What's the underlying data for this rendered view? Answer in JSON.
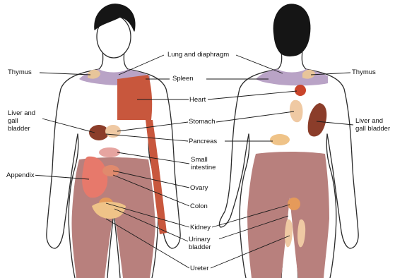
{
  "colors": {
    "skin_outline": "#2a2a2a",
    "hair": "#151515",
    "shoulder_zone": "#b9a3c6",
    "thymus": "#e8c59a",
    "spleen_lung": "#c8573d",
    "heart": "#c9442b",
    "liver": "#8b3d2a",
    "stomach": "#efc9a3",
    "pancreas": "#efc388",
    "small_intestine": "#e6a4a0",
    "appendix": "#e7796b",
    "ovary": "#e08a6d",
    "colon": "#b9726b",
    "kidney": "#e59a5a",
    "urinary_bladder": "#efc388",
    "ureter": "#efc9a3",
    "leg_zone": "#b8807d"
  },
  "views": {
    "front": "front-view",
    "back": "back-view"
  },
  "labels": {
    "thymus_front": "Thymus",
    "lung_diaphragm": "Lung and diaphragm",
    "thymus_back": "Thymus",
    "spleen": "Spleen",
    "heart": "Heart",
    "liver_front": "Liver and gall bladder",
    "stomach": "Stomach",
    "liver_back": "Liver and gall bladder",
    "pancreas": "Pancreas",
    "small_intestine": "Small intestine",
    "appendix": "Appendix",
    "ovary": "Ovary",
    "colon": "Colon",
    "kidney": "Kidney",
    "urinary_bladder": "Urinary bladder",
    "ureter": "Ureter"
  }
}
